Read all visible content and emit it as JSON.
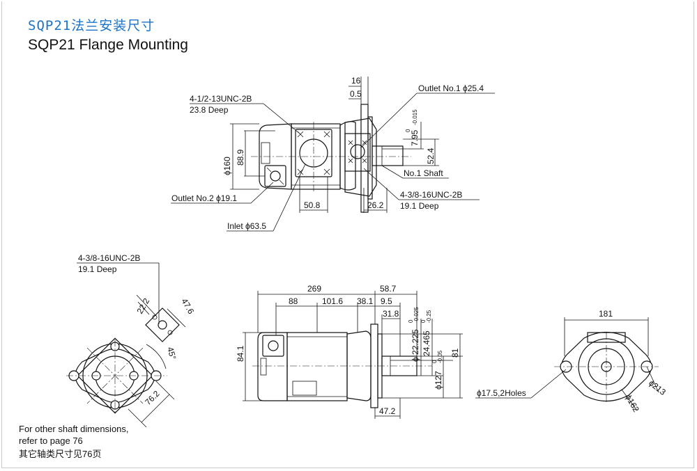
{
  "header": {
    "title_cn": "SQP21法兰安装尺寸",
    "title_en": "SQP21 Flange Mounting"
  },
  "notes": {
    "line1": "For other shaft dimensions,",
    "line2": "refer to page 76",
    "line3": "其它轴类尺寸见76页"
  },
  "top_view": {
    "callout_port_thread": "4-1/2-13UNC-2B",
    "callout_port_depth": "23.8 Deep",
    "dim_width_short": "16",
    "dim_pilot": "0.5",
    "outlet1": "Outlet No.1 ϕ25.4",
    "shaft_key": "7.95",
    "shaft_key_tol_upper": "0",
    "shaft_key_tol_lower": "-0.015",
    "dim_52_4": "52.4",
    "shaft_label": "No.1 Shaft",
    "mount_thread": "4-3/8-16UNC-2B",
    "mount_depth": "19.1 Deep",
    "dim_160": "ϕ160",
    "dim_88_9": "88.9",
    "outlet2": "Outlet No.2 ϕ19.1",
    "dim_50_8": "50.8",
    "dim_26_2": "26.2",
    "inlet": "Inlet ϕ63.5"
  },
  "left_view": {
    "thread": "4-3/8-16UNC-2B",
    "depth": "19.1 Deep",
    "dim_22_2": "22.2",
    "dim_47_6": "47.6",
    "angle": "45°",
    "dim_76_2": "76.2"
  },
  "side_view": {
    "dim_269": "269",
    "dim_58_7": "58.7",
    "dim_88": "88",
    "dim_101_6": "101.6",
    "dim_38_1": "38.1",
    "dim_9_5": "9.5",
    "dim_31_8": "31.8",
    "dim_84_1": "84.1",
    "dim_22_225": "ϕ 22.225",
    "dim_22_225_tol_upper": "0",
    "dim_22_225_tol_lower": "-0.025",
    "dim_24_465": "24.465",
    "dim_24_465_tol_upper": "0",
    "dim_24_465_tol_lower": "-0.25",
    "dim_81": "81",
    "dim_127": "ϕ127",
    "dim_127_tol_upper": "0",
    "dim_127_tol_lower": "-0.05",
    "dim_47_2": "47.2"
  },
  "right_view": {
    "dim_181": "181",
    "holes": "ϕ17.5,2Holes",
    "dim_213": "ϕ213",
    "dim_162": "ϕ162"
  }
}
